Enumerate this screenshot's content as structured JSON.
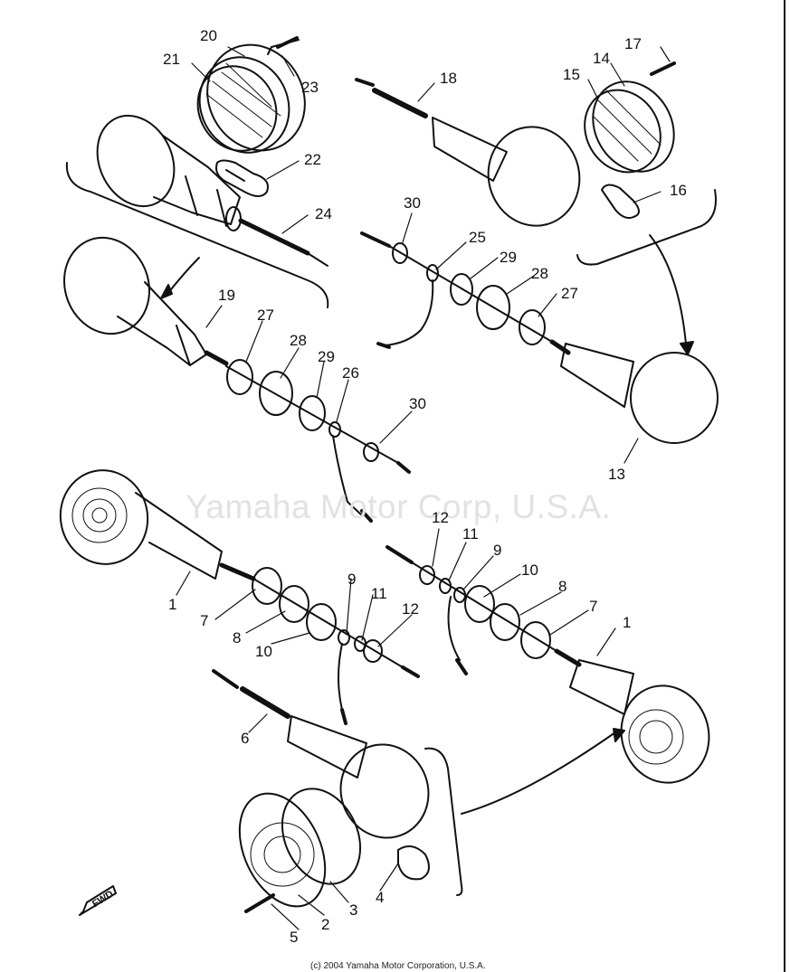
{
  "watermark": "Yamaha Motor Corp, U.S.A.",
  "copyright": "(c) 2004 Yamaha Motor Corporation, U.S.A.",
  "fwd_label": "FWD",
  "callouts": {
    "c1a": "1",
    "c1b": "1",
    "c2": "2",
    "c3": "3",
    "c4": "4",
    "c5": "5",
    "c6": "6",
    "c7a": "7",
    "c7b": "7",
    "c8a": "8",
    "c8b": "8",
    "c9a": "9",
    "c9b": "9",
    "c10a": "10",
    "c10b": "10",
    "c11a": "11",
    "c11b": "11",
    "c12a": "12",
    "c12b": "12",
    "c13": "13",
    "c14": "14",
    "c15": "15",
    "c16": "16",
    "c17": "17",
    "c18": "18",
    "c19": "19",
    "c20": "20",
    "c21": "21",
    "c22": "22",
    "c23": "23",
    "c24": "24",
    "c25": "25",
    "c26": "26",
    "c27a": "27",
    "c27b": "27",
    "c28a": "28",
    "c28b": "28",
    "c29a": "29",
    "c29b": "29",
    "c30a": "30",
    "c30b": "30"
  }
}
